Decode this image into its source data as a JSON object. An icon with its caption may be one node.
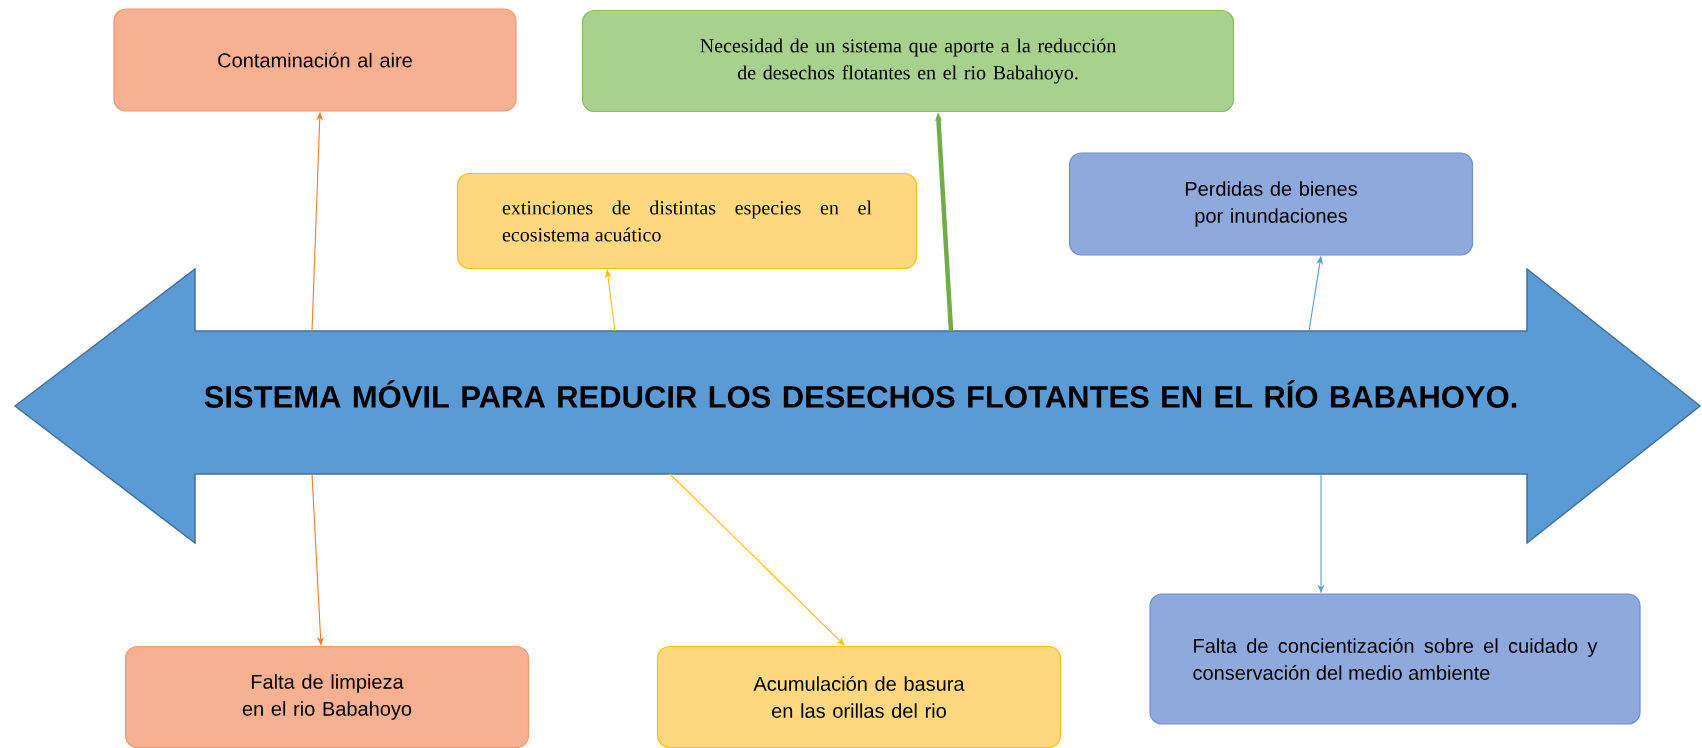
{
  "diagram": {
    "nodes": [
      {
        "text": [
          "Contaminación al aire"
        ]
      },
      {
        "text": [
          "Necesidad de un sistema que aporte a la reducción de desechos flotantes en el rio Babahoyo."
        ]
      },
      {
        "text": [
          "extinciones de distintas especies en el ecosistema acuático"
        ]
      },
      {
        "text": [
          "Perdidas de bienes por inundaciones"
        ]
      },
      {
        "text": [
          "SISTEMA MÓVIL PARA REDUCIR LOS DESECHOS FLOTANTES EN EL RÍO BABAHOYO."
        ]
      },
      {
        "text": [
          "Falta de limpieza en el rio Babahoyo"
        ]
      },
      {
        "text": [
          "Acumulación de basura en las orillas del rio"
        ]
      },
      {
        "text": [
          "Falta de concientización sobre el cuidado y conservación del medio ambiente"
        ]
      }
    ],
    "edges": [
      {
        "from": 4,
        "to": 0,
        "arrow": "to",
        "color": "#ed7d31"
      },
      {
        "from": 4,
        "to": 1,
        "arrow": "to",
        "style": "thick",
        "color": "#70ad47"
      },
      {
        "from": 4,
        "to": 2,
        "arrow": "to",
        "color": "#ffc000"
      },
      {
        "from": 4,
        "to": 3,
        "arrow": "to",
        "color": "#5b9bd5"
      },
      {
        "from": 4,
        "to": 5,
        "arrow": "to",
        "color": "#ed7d31"
      },
      {
        "from": 4,
        "to": 6,
        "arrow": "to",
        "color": "#ffc000"
      },
      {
        "from": 4,
        "to": 7,
        "arrow": "to",
        "color": "#5b9bd5"
      }
    ]
  }
}
